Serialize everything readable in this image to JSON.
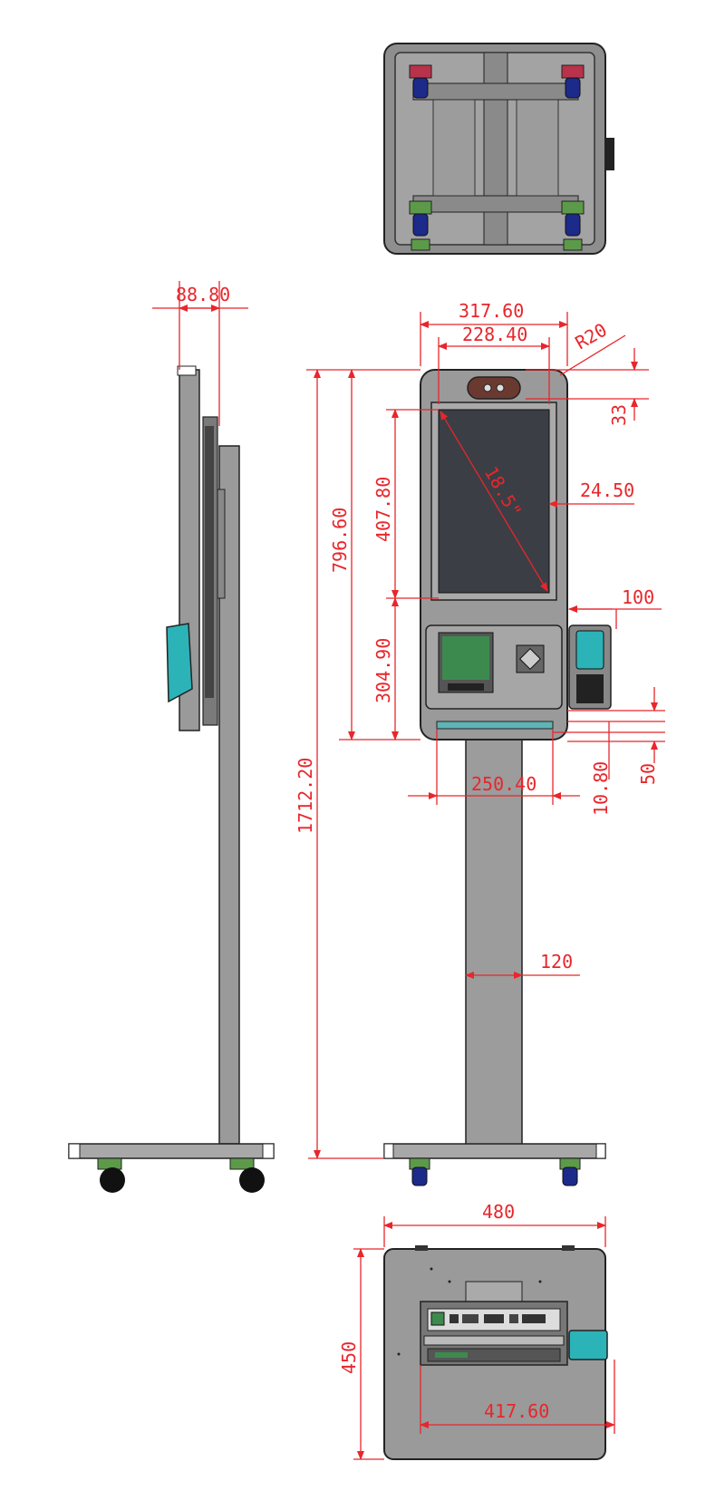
{
  "colors": {
    "dimension": "#e8262b",
    "body": "#9a9a9a",
    "body_dark": "#5f5f5f",
    "outline": "#222222",
    "screen": "#3b3e45",
    "green_module": "#3d8a4f",
    "teal_module": "#2bb3b8",
    "caster_blue": "#1c2a8a",
    "caster_green": "#5c9a4a",
    "caster_red": "#b8324a",
    "wheel_black": "#111111"
  },
  "dimensions": {
    "side_depth": "88.80",
    "top_width": "317.60",
    "inner_width": "228.40",
    "corner_radius": "R20",
    "camera_height": "33",
    "screen_diagonal": "18.5\"",
    "screen_offset": "24.50",
    "head_height": "796.60",
    "screen_height": "407.80",
    "lower_panel_height": "304.90",
    "total_height": "1712.20",
    "bracket_width": "100",
    "printer_slot_width": "250.40",
    "slot_gap": "10.80",
    "bottom_gap": "50",
    "pole_width": "120",
    "base_width": "480",
    "base_depth": "450",
    "module_width": "417.60"
  }
}
